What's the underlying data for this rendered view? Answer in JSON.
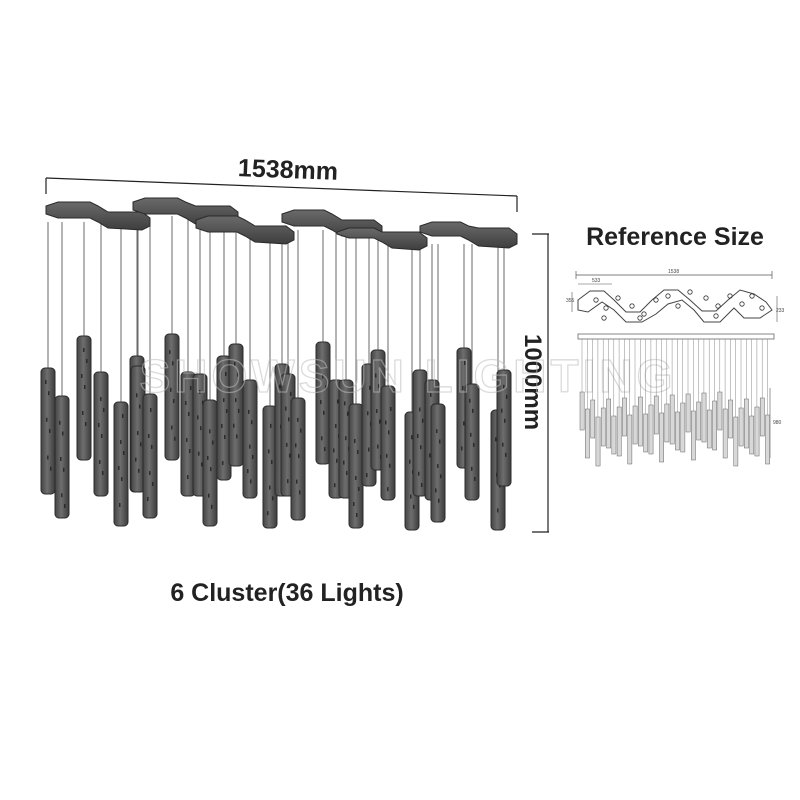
{
  "main_view": {
    "width_label": "1538mm",
    "height_label": "1000mm",
    "caption": "6 Cluster(36 Lights)",
    "watermark": "SHOWSUN LIGHTING"
  },
  "reference": {
    "title": "Reference Size",
    "small_labels": [
      "1538",
      "533",
      "355",
      "233",
      "980"
    ]
  },
  "colors": {
    "tube": "#555555",
    "tube_dark": "#3a3a3a",
    "canopy": "#585858",
    "line": "#222222"
  }
}
